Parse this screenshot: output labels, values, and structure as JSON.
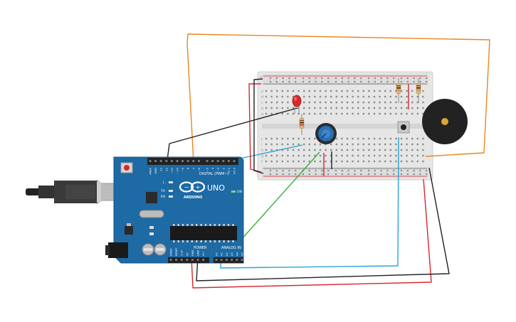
{
  "board": {
    "logo_text": "ARDUINO",
    "model": "UNO",
    "digital_header": "DIGITAL (PWM~)",
    "power_label": "POWER",
    "analog_label": "ANALOG IN",
    "on_label": "ON",
    "led_labels": [
      "L",
      "TX",
      "RX"
    ],
    "top_pins": [
      "AREF",
      "GND",
      "13",
      "12",
      "~11",
      "~10",
      "~9",
      "8",
      "7",
      "~6",
      "~5",
      "4",
      "~3",
      "2",
      "TX 1",
      "RX 0"
    ],
    "power_pins": [
      "IOREF",
      "RESET",
      "3.3V",
      "5V",
      "GND",
      "GND",
      "Vin"
    ],
    "analog_pins": [
      "A0",
      "A1",
      "A2",
      "A3",
      "A4",
      "A5"
    ]
  },
  "breadboard": {
    "row_letters_top": [
      "a",
      "b",
      "c",
      "d",
      "e"
    ],
    "row_letters_bottom": [
      "f",
      "g",
      "h",
      "i",
      "j"
    ],
    "rail_plus": "+",
    "rail_minus": "-"
  },
  "components": [
    {
      "name": "arduino-uno",
      "kind": "microcontroller"
    },
    {
      "name": "breadboard",
      "kind": "breadboard"
    },
    {
      "name": "red-led",
      "kind": "led",
      "color": "#d42b2b"
    },
    {
      "name": "led-resistor",
      "kind": "resistor"
    },
    {
      "name": "potentiometer",
      "kind": "potentiometer",
      "color": "#2b6fb3"
    },
    {
      "name": "push-button",
      "kind": "pushbutton"
    },
    {
      "name": "pull-resistor-1",
      "kind": "resistor"
    },
    {
      "name": "pull-resistor-2",
      "kind": "resistor"
    },
    {
      "name": "piezo-buzzer",
      "kind": "buzzer",
      "color": "#222222"
    },
    {
      "name": "usb-cable",
      "kind": "cable"
    }
  ],
  "wire_colors": {
    "orange": "#e8871e",
    "red": "#d8262c",
    "black": "#222222",
    "blue": "#2aa5d6",
    "green": "#34b23a"
  },
  "colors": {
    "board": "#1d6aa5",
    "board_edge": "#17578a",
    "breadboard": "#e9e9e9",
    "breadboard_hole": "#8c8c8c"
  }
}
